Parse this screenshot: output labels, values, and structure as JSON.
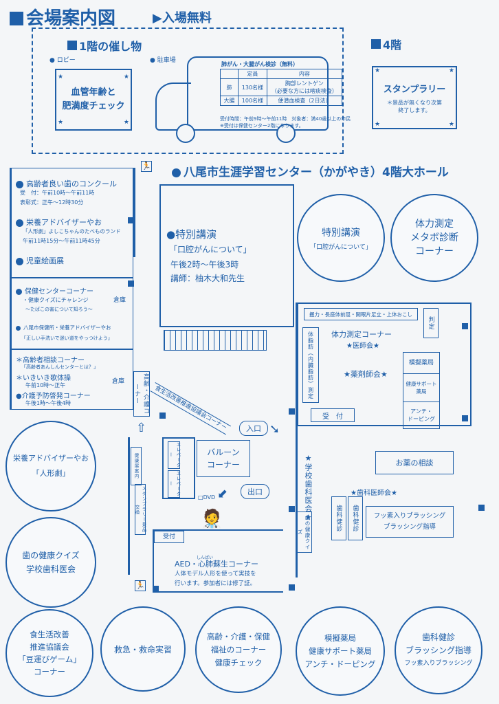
{
  "header": {
    "title": "会場案内図",
    "admission": "入場無料"
  },
  "floor1": {
    "title": "1階の催し物",
    "lobby_label": "ロビー",
    "parking_label": "駐車場",
    "lobby_event": [
      "血管年齢と",
      "肥満度チェック"
    ],
    "bus": {
      "title": "肺がん・大腸がん検診（無料）",
      "columns": [
        "",
        "定員",
        "内容"
      ],
      "rows": [
        [
          "肺",
          "130名様",
          "胸部レントゲン",
          "（必要な方には喀痰検査）"
        ],
        [
          "大腸",
          "100名様",
          "便潜血検査（2日法）",
          ""
        ]
      ],
      "note1": "受付時間：午前9時～午前11時　対象者：満40歳以上の市民",
      "note2": "※受付は保健センター2階になります。"
    }
  },
  "floor4": {
    "title": "4階",
    "stamp_title": "スタンプラリー",
    "stamp_note": [
      "＊景品が無くなり次第",
      "終了します。"
    ]
  },
  "hall_title": "八尾市生涯学習センター（かがやき）4階大ホール",
  "left_rooms": {
    "room1": {
      "contest": "高齢者良い歯のコンクール",
      "contest_time1": "受　付：午前10時～午前11時",
      "contest_time2": "表彰式：正午～12時30分",
      "nutrition": "栄養アドバイザーやお",
      "puppet": "「人形劇」よしこちゃんのたべものランド",
      "puppet_time": "午前11時15分～午前11時45分",
      "art": "児童絵画展"
    },
    "room2": {
      "health_center": "保健センターコーナー",
      "quiz": "・健康クイズにチャレンジ",
      "quiz2": "～たばこの害について知ろう～",
      "nurse": "八尾市保健所・栄養アドバイザーやお",
      "nurse2": "「正しい手洗いで迷い道をやっつけよう」",
      "storage": "倉庫"
    },
    "room3": {
      "consult": "＊高齢者相談コーナー",
      "consult2": "「高齢者あんしんセンターとは？」",
      "singing": "＊いきいき歌体操",
      "singing_time": "午前10時～正午",
      "care": "●介護予防啓発コーナー",
      "care_time": "午後1時～午後4時",
      "storage": "倉庫",
      "elder": "高齢・介護コーナー"
    }
  },
  "lecture": {
    "title": "●特別講演",
    "topic": "「口腔がんについて」",
    "time": "午後2時～午後3時",
    "speaker": "講師：柚木大和先生"
  },
  "food_corner": "食生活改善推進協議会コーナー",
  "right_area": {
    "labels": [
      "握力・長座体前屈・開眼片足立・上体おこし"
    ],
    "judge": "判定",
    "fitness": "体力測定コーナー",
    "doctors": "★医師会★",
    "pharm": "★薬剤師会★",
    "fat": "体脂肪（内臓脂肪）測定",
    "reception": "受　付",
    "mock_pharm": "模擬薬局",
    "support_pharm": [
      "健康サポート",
      "薬局"
    ],
    "anti_doping": [
      "アンチ・",
      "ドーピング"
    ],
    "medicine": "お薬の相談",
    "dental_assoc": "★歯科医師会★",
    "school_dental": "★学校歯科医会★",
    "dental_check": "歯科健診",
    "dental_check2": "歯科健診",
    "quiz": "歯の健康クイズ",
    "fluoride": [
      "フッ素入りブラッシング",
      "ブラッシング指導"
    ]
  },
  "center": {
    "entrance": "入口",
    "exit": "出口",
    "elevator": "エレベーター",
    "elevator2": "エレベーター",
    "balloon": [
      "バルーン",
      "コーナー"
    ],
    "dvd": "DVD",
    "guide": "健康展案内",
    "stamp": "スタンプラリー景品交換",
    "reception": "受付",
    "aed_title": "AED・心肺蘇生コーナー",
    "aed_ruby": "しんぱい",
    "aed_note": [
      "人体モデル人形を使って実技を",
      "行います。参加者には修了証。"
    ]
  },
  "circles": {
    "lecture": {
      "line1": "特別講演",
      "line2": "「口腔がんについて」"
    },
    "fitness": [
      "体力測定",
      "メタボ診断",
      "コーナー"
    ],
    "puppet": [
      "栄養アドバイザーやお",
      "「人形劇」"
    ],
    "quiz": [
      "歯の健康クイズ",
      "学校歯科医会"
    ],
    "food": [
      "食生活改善",
      "推進協議会",
      "「豆運びゲーム」",
      "コーナー"
    ],
    "rescue": "救急・救命実習",
    "elderly": [
      "高齢・介護・保健",
      "福祉のコーナー",
      "健康チェック"
    ],
    "pharmacy": [
      "模擬薬局",
      "健康サポート薬局",
      "アンチ・ドーピング"
    ],
    "dental": [
      "歯科健診",
      "ブラッシング指導",
      "フッ素入りブラッシング"
    ]
  },
  "colors": {
    "ink": "#1f5fa8",
    "paper": "#f4f6f8"
  }
}
